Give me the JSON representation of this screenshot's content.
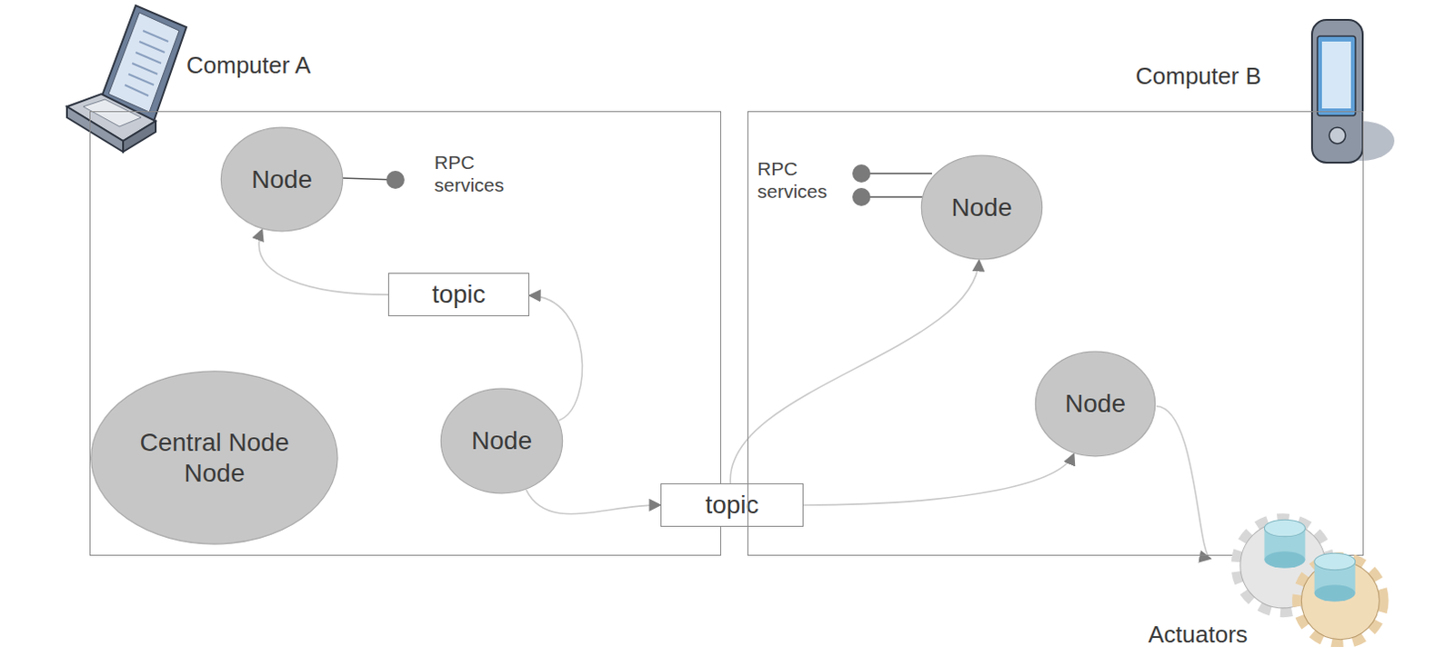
{
  "diagram": {
    "nodes": [
      {
        "text": [
          "Computer A"
        ]
      },
      {
        "text": [
          "Node"
        ],
        "in": 0
      },
      {
        "text": [
          "topic"
        ],
        "in": 0
      },
      {
        "text": [
          "Central Node Node"
        ],
        "in": 0
      },
      {
        "text": [
          "Node"
        ],
        "in": 0
      },
      {
        "text": [
          "topic"
        ]
      },
      {
        "text": [
          "Computer B"
        ]
      },
      {
        "text": [
          "Node"
        ],
        "in": 6
      },
      {
        "text": [
          "Node"
        ],
        "in": 6
      },
      {
        "text": [
          "Actuators"
        ]
      }
    ],
    "edges": [
      {
        "from": 2,
        "to": 1,
        "arrow": "to"
      },
      {
        "from": 4,
        "to": 2,
        "arrow": "to"
      },
      {
        "from": 4,
        "to": 5,
        "arrow": "to"
      },
      {
        "from": 5,
        "to": 7,
        "arrow": "to"
      },
      {
        "from": 5,
        "to": 8,
        "arrow": "to"
      },
      {
        "from": 8,
        "to": 9,
        "arrow": "to"
      }
    ],
    "labels": [
      "RPC services",
      "RPC services"
    ]
  }
}
